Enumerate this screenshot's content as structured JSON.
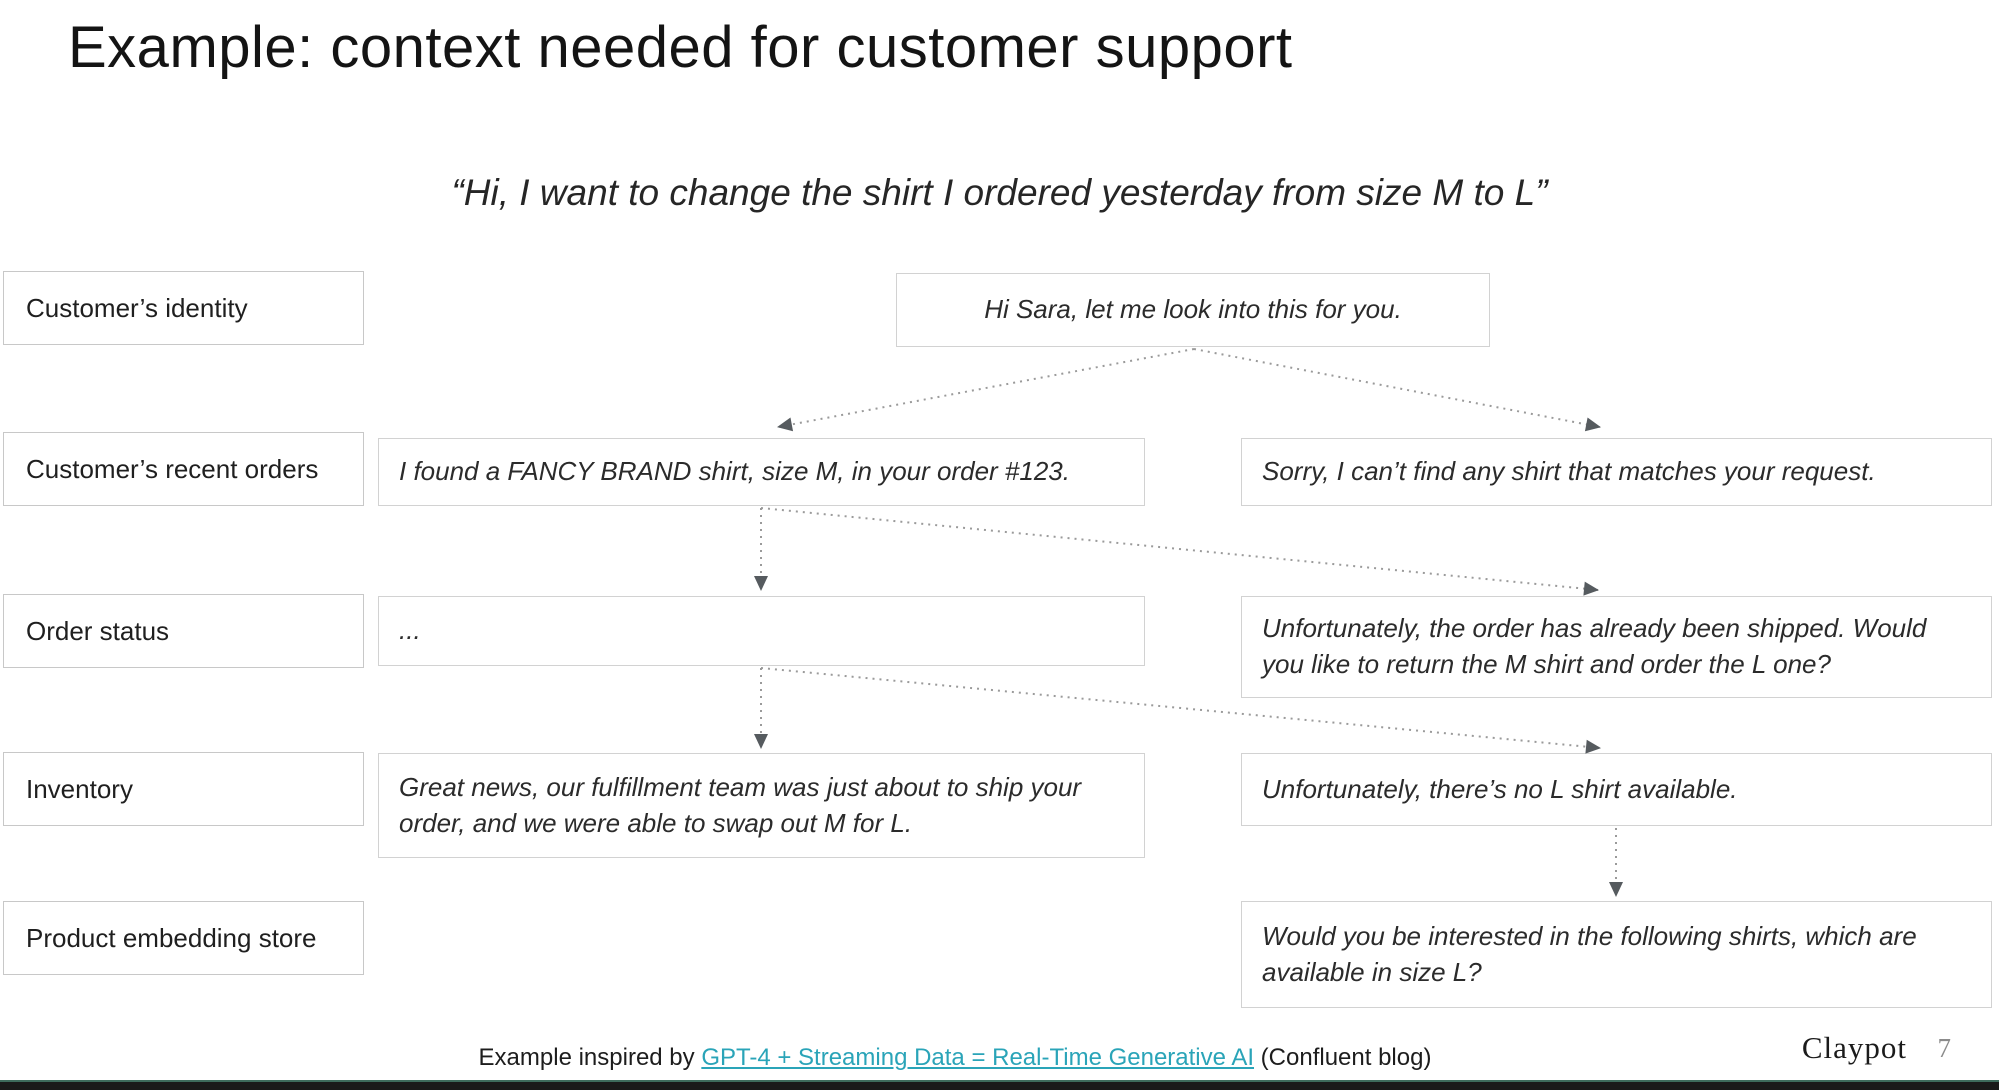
{
  "title": "Example: context needed for customer support",
  "quote": "“Hi, I want to change the shirt I ordered yesterday from size M to L”",
  "context_sources": [
    {
      "label": "Customer’s identity"
    },
    {
      "label": "Customer’s recent orders"
    },
    {
      "label": "Order status"
    },
    {
      "label": "Inventory"
    },
    {
      "label": "Product embedding store"
    }
  ],
  "conversation": {
    "root": "Hi Sara, let me look into this for you.",
    "found_shirt": "I found a FANCY BRAND shirt, size M, in your order #123.",
    "not_found": "Sorry, I can’t find any shirt that matches your request.",
    "order_status_placeholder": "...",
    "already_shipped": "Unfortunately, the order has already been shipped. Would you like to return the M shirt and order the L one?",
    "swap_success": "Great news, our fulfillment team was just about to ship your order, and we were able to swap out M for L.",
    "no_l_shirt": "Unfortunately, there’s no L shirt available.",
    "suggest_shirts": "Would you be interested in the following shirts, which are available in size L?"
  },
  "footer": {
    "prefix": "Example inspired by ",
    "link_text": "GPT-4 + Streaming Data = Real-Time Generative AI",
    "suffix": " (Confluent blog)",
    "link_color": "#2aa4b8",
    "logo": "Claypot",
    "page_number": "7"
  },
  "colors": {
    "box_border": "#d2d2d2",
    "arrow_dots": "#9a9a9a",
    "arrow_head": "#565b5f",
    "bottom_bar": "#1a1a1a",
    "bottom_bar_accent": "#3e6b5c"
  }
}
